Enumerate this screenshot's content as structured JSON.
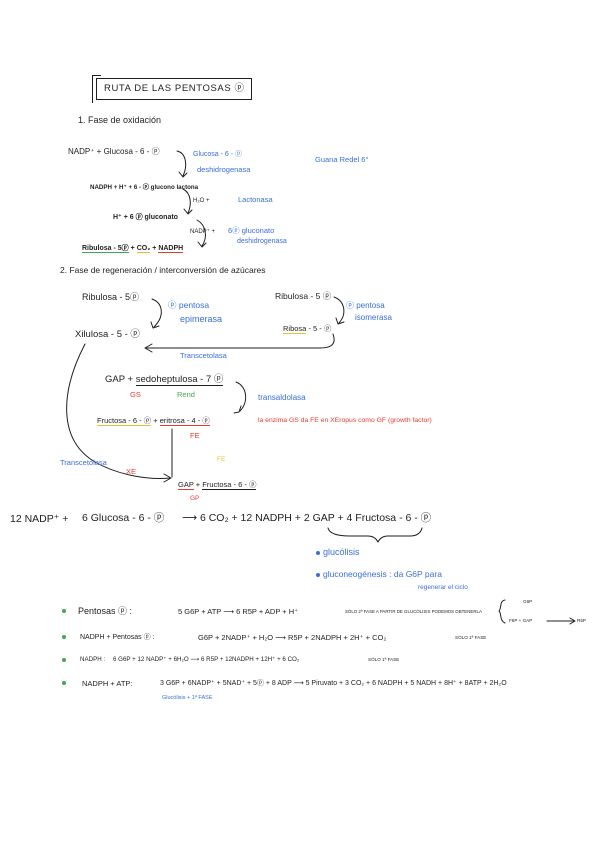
{
  "colors": {
    "ink": "#1f1f1f",
    "blue": "#3a6fd8",
    "red": "#e53a2f",
    "green": "#3faa55",
    "yellow": "#e6c12f"
  },
  "title": "RUTA DE LAS PENTOSAS ⓟ",
  "phase1": {
    "heading": "1. Fase de oxidación",
    "substrate": "NADP⁺ + Glucosa - 6 - ⓟ",
    "enzyme1_line1": "Glucosa - 6 - ⓟ",
    "enzyme1_line2": "deshidrogenasa",
    "side_note": "Guana Redel 6°",
    "product1": "NADPH + H⁺ + 6 - ⓟ glucono lactona",
    "cosubstrate2": "H₂O +",
    "enzyme2": "Lactonasa",
    "product2": "H⁺ + 6 ⓟ gluconato",
    "cosubstrate3": "NADP⁺ +",
    "enzyme3_line1": "6ⓟ gluconato",
    "enzyme3_line2": "deshidrogenasa",
    "final": {
      "ribulosa": "Ribulosa - 5ⓟ",
      "plus1": "+",
      "co2": "CO₂",
      "plus2": "+",
      "nadph": "NADPH"
    }
  },
  "phase2": {
    "heading": "2. Fase de regeneración / interconversión de azúcares",
    "ribulosa_left": "Ribulosa - 5ⓟ",
    "epimerasa_line1": "ⓟ pentosa",
    "epimerasa_line2": "epimerasa",
    "ribulosa_right": "Ribulosa - 5 ⓟ",
    "isomerasa_line1": "ⓟ pentosa",
    "isomerasa_line2": "isomerasa",
    "xilulosa": "Xilulosa - 5 - ⓟ",
    "ribosa": {
      "name": "Ribosa",
      "rest": " - 5 - ⓟ"
    },
    "transcetolasa_1": "Transcetolasa",
    "gap_sedo": {
      "gap": "GAP",
      "plus": "+",
      "sedo": "sedoheptulosa - 7 ⓟ"
    },
    "label_gs": "GS",
    "label_rend": "Rend",
    "transaldolasa": "transaldolasa",
    "fruc_eri": {
      "fructosa": "Fructosa - 6 - ⓟ",
      "plus": "+",
      "eritrosa": "eritrosa - 4 - ⓟ"
    },
    "note": "la enzima GS da FE en XEropus como GF (growth factor)",
    "label_fe": "FE",
    "transcetolasa_2": "Transcetolasa",
    "label_xe": "XE",
    "label_fe_2": "FE",
    "gap_fruc": {
      "gap": "GAP",
      "plus": "+",
      "fructosa": "Fructosa - 6 - ⓟ"
    },
    "label_gp": "GP"
  },
  "overall": {
    "reactants": "12 NADP⁺ +",
    "glucose": "6 Glucosa - 6 - ⓟ",
    "products": "⟶ 6 CO₂ + 12 NADPH + 2 GAP + 4 Fructosa - 6 - ⓟ",
    "fate_1": "glucólisis",
    "fate_2": "gluconeogénesis : da G6P para",
    "fate_2_cont": "regenerar el ciclo"
  },
  "summary": [
    {
      "label": "Pentosas ⓟ :",
      "equation": "5 G6P + ATP ⟶ 6 R5P + ADP + H⁺",
      "note": "SÓLO 2ª FASE A PARTIR DE GLUCÓLISIS PODEMOS OBTENERLA",
      "branch_top": "G6P",
      "branch_bottom": "F6P + GAP",
      "branch_product": "R5P"
    },
    {
      "label": "NADPH + Pentosas ⓟ :",
      "equation": "G6P + 2NADP⁺ + H₂O ⟶ R5P + 2NADPH + 2H⁺ + CO₂",
      "note": "SÓLO 1ª FASE"
    },
    {
      "label": "NADPH :",
      "equation": "6 G6P + 12 NADP⁺ + 6H₂O ⟶ 6 R5P + 12NADPH + 12H⁺ + 6 CO₂",
      "note": "SÓLO 1ª FASE"
    },
    {
      "label": "NADPH + ATP:",
      "equation": "3 G6P + 6NADP⁺ + 5NAD⁺ + 5ⓟ + 8 ADP ⟶ 5 Piruvato + 3 CO₂ + 6 NADPH + 5 NADH + 8H⁺ + 8ATP + 2H₂O",
      "note": "Glucólisis + 1ª FASE"
    }
  ]
}
